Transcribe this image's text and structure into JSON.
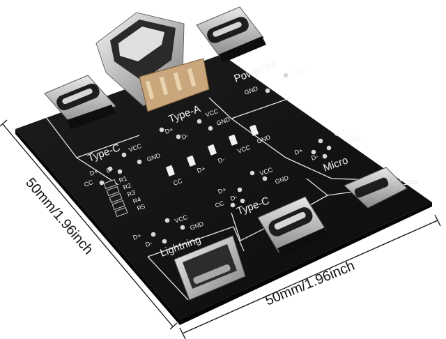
{
  "dimensions": {
    "vertical_label": "50mm/1.96inch",
    "horizontal_label": "50mm/1.96inch"
  },
  "board": {
    "color": "#141414",
    "silkscreen_color": "#f2f2f2",
    "ports": {
      "type_c_top": "Type-C",
      "type_a": "Type-A",
      "power_in": "Power-IN",
      "micro": "Micro",
      "type_c_middle": "Type-C",
      "lightning": "Lightning"
    },
    "pins": {
      "gnd": "GND",
      "vcc": "VCC",
      "d_plus": "D+",
      "d_minus": "D-",
      "cc": "CC"
    },
    "resistors": [
      "R1",
      "R2",
      "R3",
      "R4",
      "R5"
    ]
  }
}
